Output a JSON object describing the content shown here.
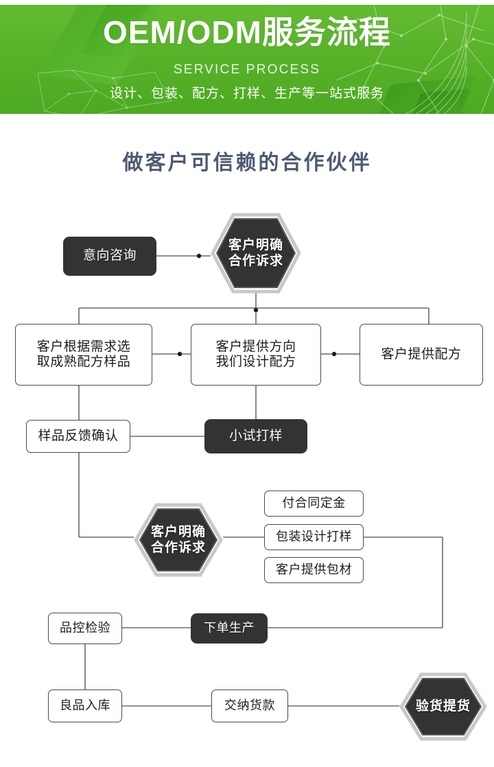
{
  "banner": {
    "title": "OEM/ODM服务流程",
    "subtitle": "SERVICE PROCESS",
    "description": "设计、包装、配方、打样、生产等一站式服务",
    "bg_color": "#56b128",
    "title_color": "#ffffff"
  },
  "heading": {
    "text": "做客户可信赖的合作伙伴",
    "color": "#4e5a74"
  },
  "flow": {
    "dark_color": "#333333",
    "line_color": "#5a5a5a",
    "nodes": {
      "intent_consult": "意向咨询",
      "clarify_demand_1": "客户明确\n合作诉求",
      "clarify_demand_1_line1": "客户明确",
      "clarify_demand_1_line2": "合作诉求",
      "pick_mature_formula_line1": "客户根据需求选",
      "pick_mature_formula_line2": "取成熟配方样品",
      "we_design_formula_line1": "客户提供方向",
      "we_design_formula_line2": "我们设计配方",
      "customer_provides_formula": "客户提供配方",
      "sample_feedback": "样品反馈确认",
      "trial_sample": "小试打样",
      "clarify_demand_2_line1": "客户明确",
      "clarify_demand_2_line2": "合作诉求",
      "pay_deposit": "付合同定金",
      "package_design": "包装设计打样",
      "customer_supplies_packaging": "客户提供包材",
      "quality_inspection": "品控检验",
      "place_production_order": "下单生产",
      "good_goods_warehousing": "良品入库",
      "pay_balance": "交纳货款",
      "inspect_and_collect": "验货提货"
    }
  }
}
